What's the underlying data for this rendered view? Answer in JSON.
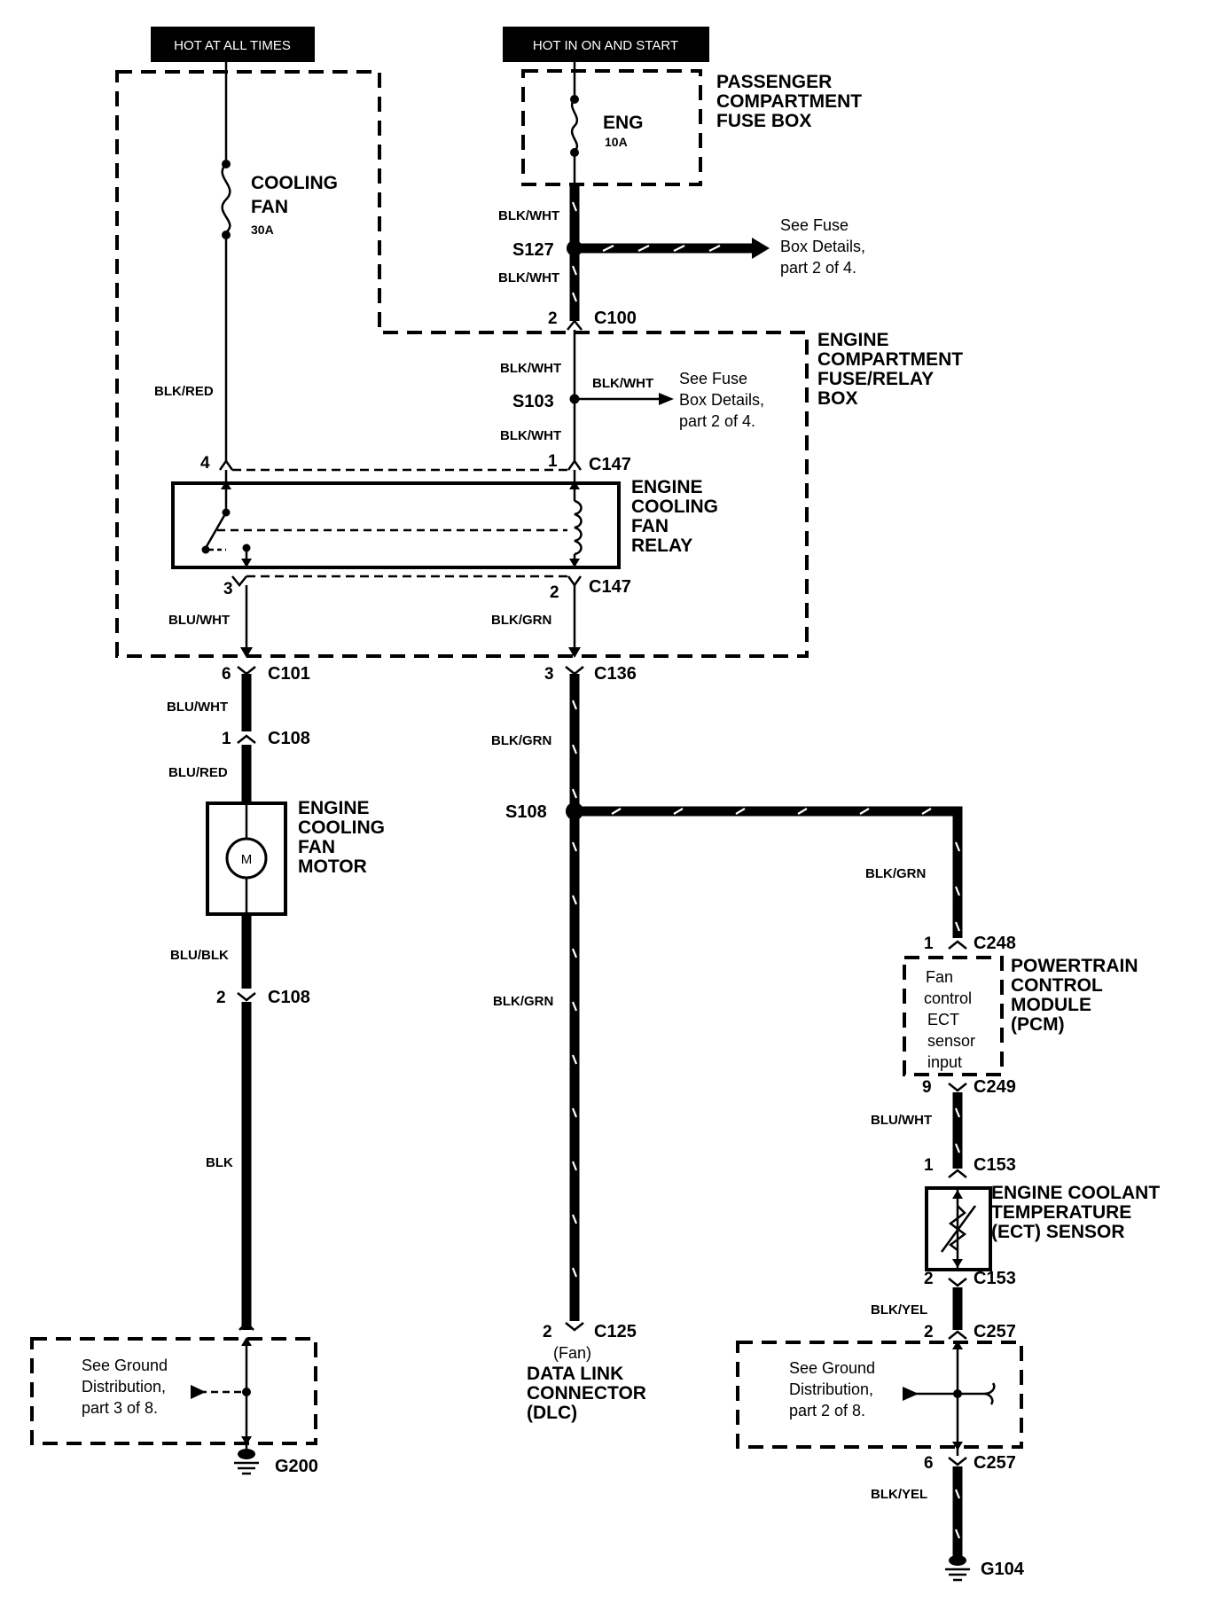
{
  "headers": {
    "left": "HOT AT ALL TIMES",
    "right": "HOT IN ON AND START"
  },
  "components": {
    "passenger_fuse_box": [
      "PASSENGER",
      "COMPARTMENT",
      "FUSE BOX"
    ],
    "eng_fuse": {
      "name": "ENG",
      "rating": "10A"
    },
    "cooling_fan_fuse": {
      "name_line1": "COOLING",
      "name_line2": "FAN",
      "rating": "30A"
    },
    "engine_fuse_relay_box": [
      "ENGINE",
      "COMPARTMENT",
      "FUSE/RELAY",
      "BOX"
    ],
    "fan_relay": [
      "ENGINE",
      "COOLING",
      "FAN",
      "RELAY"
    ],
    "fan_motor": [
      "ENGINE",
      "COOLING",
      "FAN",
      "MOTOR"
    ],
    "motor_symbol": "M",
    "pcm": [
      "POWERTRAIN",
      "CONTROL",
      "MODULE",
      "(PCM)"
    ],
    "pcm_internal": [
      "Fan",
      "control",
      "ECT",
      "sensor",
      "input"
    ],
    "ect_sensor": [
      "ENGINE COOLANT",
      "TEMPERATURE",
      "(ECT) SENSOR"
    ],
    "dlc": [
      "(Fan)",
      "DATA LINK",
      "CONNECTOR",
      "(DLC)"
    ]
  },
  "notes": {
    "s127_ref": [
      "See Fuse",
      "Box Details,",
      "part 2 of 4."
    ],
    "s103_ref": [
      "See Fuse",
      "Box Details,",
      "part 2 of 4."
    ],
    "ground_left": [
      "See Ground",
      "Distribution,",
      "part 3 of 8."
    ],
    "ground_right": [
      "See Ground",
      "Distribution,",
      "part 2 of 8."
    ]
  },
  "wires": {
    "blk_wht": "BLK/WHT",
    "blk_red": "BLK/RED",
    "blu_wht": "BLU/WHT",
    "blk_grn": "BLK/GRN",
    "blu_red": "BLU/RED",
    "blu_blk": "BLU/BLK",
    "blk": "BLK",
    "blk_yel": "BLK/YEL"
  },
  "splices": {
    "s127": "S127",
    "s103": "S103",
    "s108": "S108"
  },
  "connectors": {
    "c100": "C100",
    "c147": "C147",
    "c101": "C101",
    "c136": "C136",
    "c108": "C108",
    "c125": "C125",
    "c248": "C248",
    "c249": "C249",
    "c153": "C153",
    "c257": "C257"
  },
  "pins": {
    "p1": "1",
    "p2": "2",
    "p3": "3",
    "p4": "4",
    "p6": "6",
    "p9": "9"
  },
  "grounds": {
    "g200": "G200",
    "g104": "G104"
  }
}
